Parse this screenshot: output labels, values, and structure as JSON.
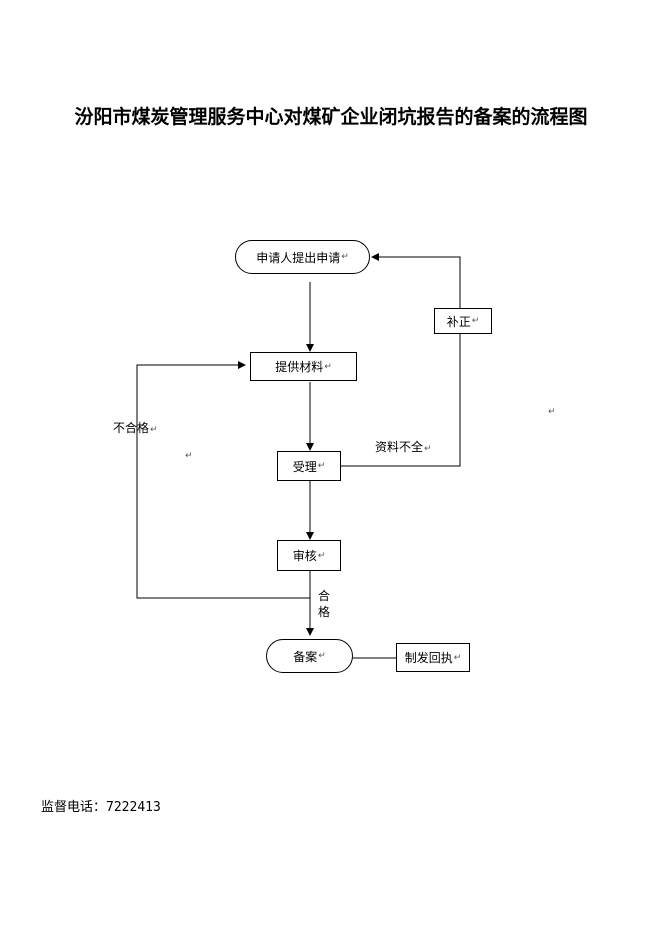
{
  "title": "汾阳市煤炭管理服务中心对煤矿企业闭坑报告的备案的流程图",
  "nodes": {
    "apply": "申请人提出申请",
    "supplement": "补正",
    "materials": "提供材料",
    "accept": "受理",
    "review": "审核",
    "record": "备案",
    "receipt": "制发回执"
  },
  "edge_labels": {
    "unqualified": "不合格",
    "incomplete": "资料不全",
    "qualified_1": "合",
    "qualified_2": "格"
  },
  "return_mark": "↵",
  "footer": {
    "label": "监督电话：",
    "phone": "7222413"
  }
}
